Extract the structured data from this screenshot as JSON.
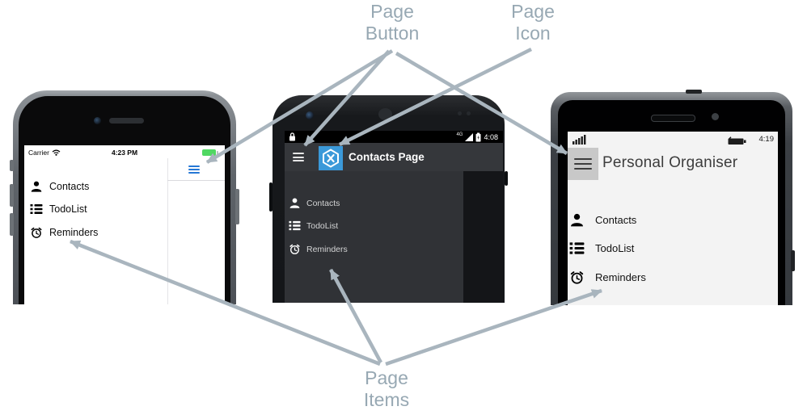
{
  "colors": {
    "annotation": "#a9b5be",
    "ios_accent_blue": "#2577d5",
    "xamarin_blue": "#3b99d9",
    "battery_green": "#50d862"
  },
  "annotations": {
    "page_button": {
      "text": "Page\nButton"
    },
    "page_icon": {
      "text": "Page\nIcon"
    },
    "page_items": {
      "text": "Page\nItems"
    }
  },
  "phones": {
    "ios": {
      "platform": "iOS",
      "status": {
        "carrier": "Carrier",
        "time": "4:23 PM",
        "wifi_icon": "wifi-icon",
        "battery_icon": "battery-icon"
      },
      "nav": {
        "menu_icon": "hamburger-icon"
      },
      "menu_items": [
        {
          "label": "Contacts",
          "icon": "person-icon"
        },
        {
          "label": "TodoList",
          "icon": "bullet-list-icon"
        },
        {
          "label": "Reminders",
          "icon": "alarm-clock-icon"
        }
      ]
    },
    "android": {
      "platform": "Android",
      "status": {
        "network": "4G",
        "time": "4:08",
        "lock_icon": "lock-icon",
        "signal_icon": "signal-icon",
        "battery_icon": "battery-icon"
      },
      "navbar": {
        "title": "Contacts Page",
        "menu_icon": "hamburger-icon",
        "app_icon": "xamarin-logo"
      },
      "menu_items": [
        {
          "label": "Contacts",
          "icon": "person-icon"
        },
        {
          "label": "TodoList",
          "icon": "bullet-list-icon"
        },
        {
          "label": "Reminders",
          "icon": "alarm-clock-icon"
        }
      ]
    },
    "windows": {
      "platform": "Windows Phone",
      "status": {
        "time": "4:19",
        "signal_icon": "signal-bars-icon",
        "battery_icon": "battery-icon"
      },
      "header": {
        "title": "Personal Organiser",
        "menu_icon": "hamburger-icon"
      },
      "menu_items": [
        {
          "label": "Contacts",
          "icon": "person-icon"
        },
        {
          "label": "TodoList",
          "icon": "bullet-list-icon"
        },
        {
          "label": "Reminders",
          "icon": "alarm-clock-icon"
        }
      ]
    }
  }
}
